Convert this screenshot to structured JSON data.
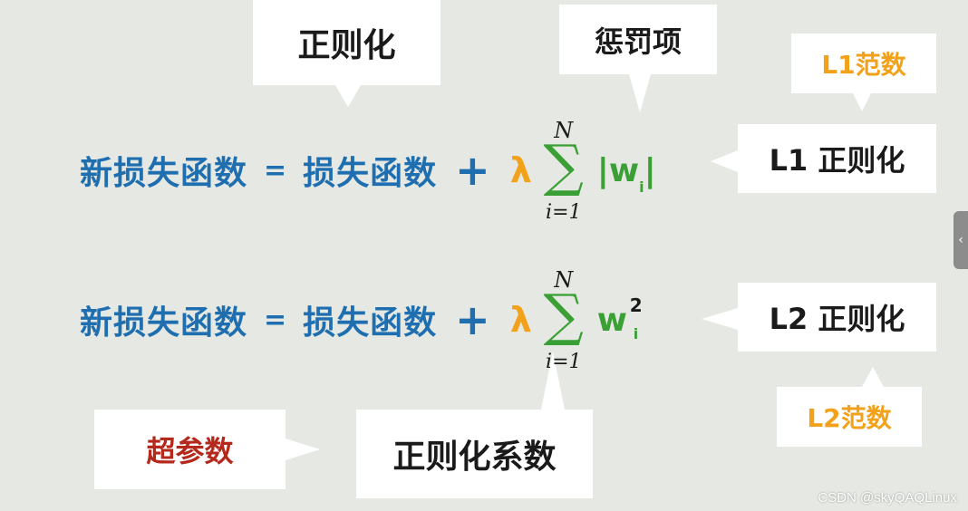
{
  "callouts": {
    "regularization": "正则化",
    "penalty_term": "惩罚项",
    "l1_norm": "L1范数",
    "l1_regularization": "L1 正则化",
    "l2_regularization": "L2 正则化",
    "l2_norm": "L2范数",
    "hyperparameter": "超参数",
    "regularization_coefficient": "正则化系数"
  },
  "formula1": {
    "new_loss": "新损失函数",
    "equals": "=",
    "loss": "损失函数",
    "plus": "+",
    "lambda": "λ",
    "sum_upper": "N",
    "sum_symbol": "∑",
    "sum_lower": "i=1",
    "term_main": "|w",
    "term_sub": "i",
    "term_close": "|"
  },
  "formula2": {
    "new_loss": "新损失函数",
    "equals": "=",
    "loss": "损失函数",
    "plus": "+",
    "lambda": "λ",
    "sum_upper": "N",
    "sum_symbol": "∑",
    "sum_lower": "i=1",
    "term_main": "w",
    "term_sup": "2",
    "term_sub": "i"
  },
  "watermark": "CSDN @skyQAQLinux",
  "side_tab_icon": "chevron-left-icon",
  "colors": {
    "background": "#e6e9e3",
    "formula_blue": "#1f6fb0",
    "lambda_orange": "#f2a21a",
    "sum_green": "#3aa035",
    "norm_orange": "#f2a21a",
    "hyperparameter_red": "#b5281c"
  }
}
